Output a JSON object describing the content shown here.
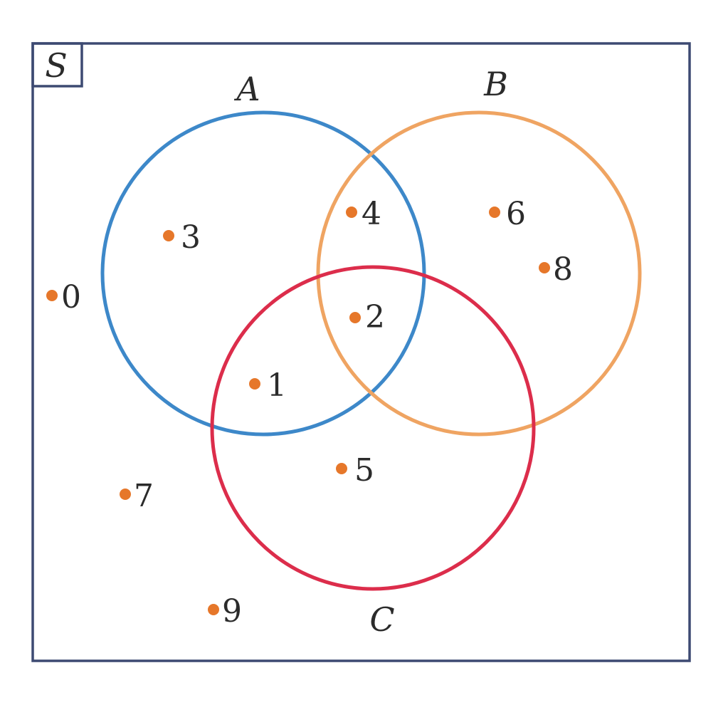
{
  "universe": {
    "label": "S",
    "border_color": "#3d4a72"
  },
  "sets": [
    {
      "label": "A",
      "color": "#3d88c9"
    },
    {
      "label": "B",
      "color": "#efa462"
    },
    {
      "label": "C",
      "color": "#dc2d4b"
    }
  ],
  "elements": {
    "dot_color": "#e6772a",
    "items": [
      {
        "label": "0",
        "in": []
      },
      {
        "label": "1",
        "in": [
          "A",
          "C"
        ]
      },
      {
        "label": "2",
        "in": [
          "A",
          "B",
          "C"
        ]
      },
      {
        "label": "3",
        "in": [
          "A"
        ]
      },
      {
        "label": "4",
        "in": [
          "A",
          "B"
        ]
      },
      {
        "label": "5",
        "in": [
          "C"
        ]
      },
      {
        "label": "6",
        "in": [
          "B"
        ]
      },
      {
        "label": "7",
        "in": []
      },
      {
        "label": "8",
        "in": [
          "B"
        ]
      },
      {
        "label": "9",
        "in": []
      }
    ]
  }
}
